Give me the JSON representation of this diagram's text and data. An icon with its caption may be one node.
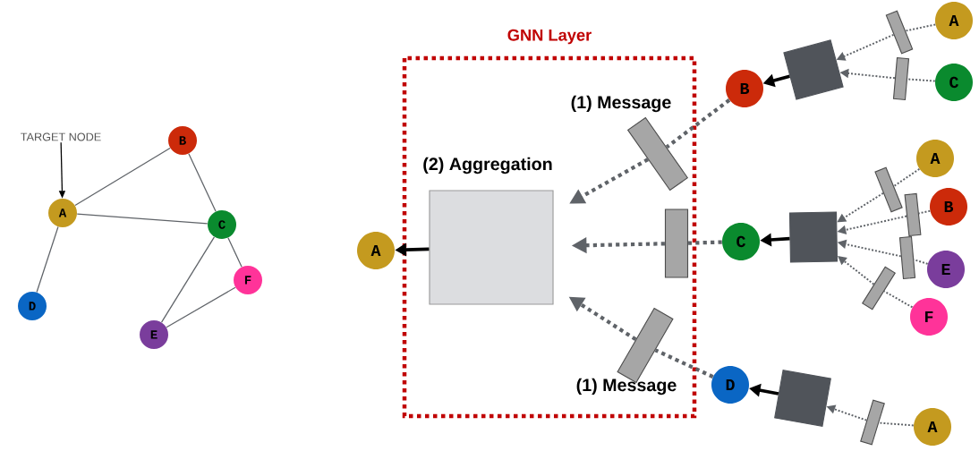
{
  "diagram": {
    "nodes": [
      {
        "text": [
          "TARGET NODE"
        ]
      },
      {
        "text": [
          "A"
        ]
      },
      {
        "text": [
          "B"
        ]
      },
      {
        "text": [
          "C"
        ]
      },
      {
        "text": [
          "D"
        ]
      },
      {
        "text": [
          "E"
        ]
      },
      {
        "text": [
          "F"
        ]
      },
      {
        "text": [
          "GNN Layer"
        ]
      },
      {
        "text": [
          "(2) Aggregation"
        ],
        "in": 7
      },
      {
        "text": [],
        "shape": "bar",
        "in": 7,
        "beside": [
          "(1) Message"
        ]
      },
      {
        "text": [],
        "shape": "bar",
        "in": 7
      },
      {
        "text": [],
        "shape": "bar",
        "in": 7,
        "beside": [
          "(1) Message"
        ]
      },
      {
        "text": [
          "A"
        ]
      },
      {
        "text": [
          "B"
        ]
      },
      {
        "text": [
          "C"
        ]
      },
      {
        "text": [
          "D"
        ]
      },
      {
        "text": [],
        "shape": "box"
      },
      {
        "text": [],
        "shape": "bar"
      },
      {
        "text": [
          "A"
        ]
      },
      {
        "text": [],
        "shape": "bar"
      },
      {
        "text": [
          "C"
        ]
      },
      {
        "text": [],
        "shape": "box"
      },
      {
        "text": [],
        "shape": "bar"
      },
      {
        "text": [
          "A"
        ]
      },
      {
        "text": [],
        "shape": "bar"
      },
      {
        "text": [
          "B"
        ]
      },
      {
        "text": [],
        "shape": "bar"
      },
      {
        "text": [
          "E"
        ]
      },
      {
        "text": [],
        "shape": "bar"
      },
      {
        "text": [
          "F"
        ]
      },
      {
        "text": [],
        "shape": "box"
      },
      {
        "text": [],
        "shape": "bar"
      },
      {
        "text": [
          "A"
        ]
      }
    ],
    "edges": [
      {
        "from": 0,
        "to": 1,
        "arrow": "to",
        "color": "#000000"
      },
      {
        "from": 1,
        "to": 2,
        "arrow": "none"
      },
      {
        "from": 1,
        "to": 3,
        "arrow": "none"
      },
      {
        "from": 1,
        "to": 4,
        "arrow": "none"
      },
      {
        "from": 2,
        "to": 3,
        "arrow": "none"
      },
      {
        "from": 3,
        "to": 5,
        "arrow": "none"
      },
      {
        "from": 3,
        "to": 6,
        "arrow": "none"
      },
      {
        "from": 5,
        "to": 6,
        "arrow": "none"
      },
      {
        "from": 8,
        "to": 12,
        "arrow": "to",
        "style": "thick",
        "color": "#000000"
      },
      {
        "from": 13,
        "to": 9,
        "arrow": "none",
        "style": "dashed"
      },
      {
        "from": 9,
        "to": 8,
        "arrow": "to",
        "style": "dashed"
      },
      {
        "from": 14,
        "to": 10,
        "arrow": "none",
        "style": "dashed"
      },
      {
        "from": 10,
        "to": 8,
        "arrow": "to",
        "style": "dashed"
      },
      {
        "from": 15,
        "to": 11,
        "arrow": "none",
        "style": "dashed"
      },
      {
        "from": 11,
        "to": 8,
        "arrow": "to",
        "style": "dashed"
      },
      {
        "from": 16,
        "to": 13,
        "arrow": "to",
        "style": "thick",
        "color": "#000000"
      },
      {
        "from": 18,
        "to": 17,
        "arrow": "none",
        "style": "dashed"
      },
      {
        "from": 17,
        "to": 16,
        "arrow": "to",
        "style": "dashed"
      },
      {
        "from": 20,
        "to": 19,
        "arrow": "none",
        "style": "dashed"
      },
      {
        "from": 19,
        "to": 16,
        "arrow": "to",
        "style": "dashed"
      },
      {
        "from": 21,
        "to": 14,
        "arrow": "to",
        "style": "thick",
        "color": "#000000"
      },
      {
        "from": 23,
        "to": 22,
        "arrow": "none",
        "style": "dashed"
      },
      {
        "from": 22,
        "to": 21,
        "arrow": "to",
        "style": "dashed"
      },
      {
        "from": 25,
        "to": 24,
        "arrow": "none",
        "style": "dashed"
      },
      {
        "from": 24,
        "to": 21,
        "arrow": "to",
        "style": "dashed"
      },
      {
        "from": 27,
        "to": 26,
        "arrow": "none",
        "style": "dashed"
      },
      {
        "from": 26,
        "to": 21,
        "arrow": "to",
        "style": "dashed"
      },
      {
        "from": 29,
        "to": 28,
        "arrow": "none",
        "style": "dashed"
      },
      {
        "from": 28,
        "to": 21,
        "arrow": "to",
        "style": "dashed"
      },
      {
        "from": 30,
        "to": 15,
        "arrow": "to",
        "style": "thick",
        "color": "#000000"
      },
      {
        "from": 32,
        "to": 31,
        "arrow": "none",
        "style": "dashed"
      },
      {
        "from": 31,
        "to": 30,
        "arrow": "to",
        "style": "dashed"
      }
    ]
  }
}
